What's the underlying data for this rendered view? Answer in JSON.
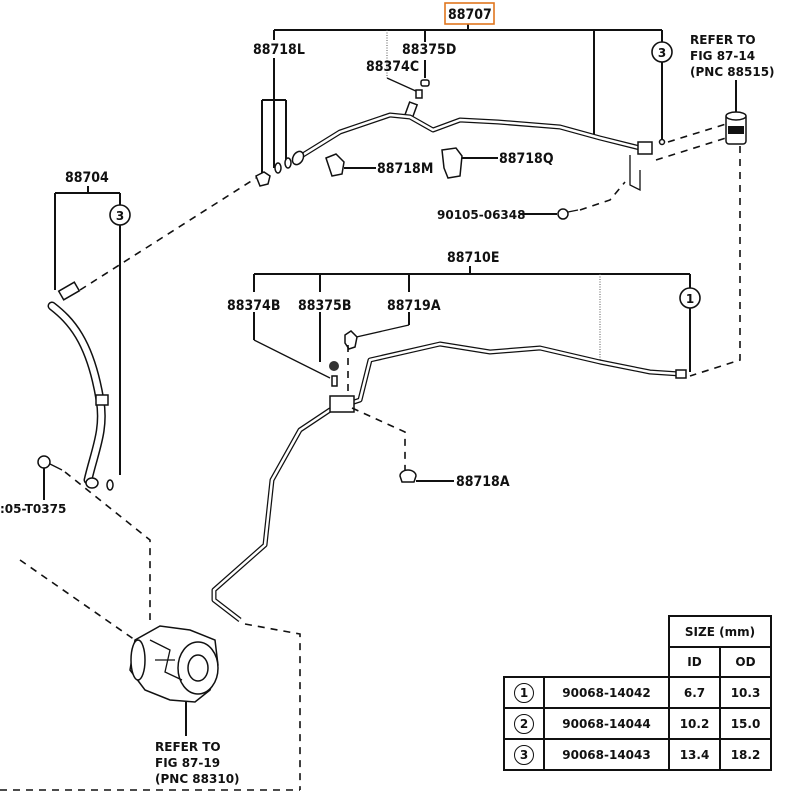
{
  "diagram": {
    "title_part": "88707",
    "assemblies": [
      {
        "id": "88707",
        "children": [
          "88718L",
          "88374C",
          "88375D",
          "3"
        ]
      },
      {
        "id": "88710E",
        "children": [
          "88374B",
          "88375B",
          "88719A",
          "1"
        ]
      },
      {
        "id": "88704",
        "children": [
          "3"
        ]
      }
    ],
    "labels": {
      "p88707": "88707",
      "p88718L": "88718L",
      "p88375D": "88375D",
      "p88374C": "88374C",
      "p88718M": "88718M",
      "p88718Q": "88718Q",
      "p90105_06348": "90105-06348",
      "p88710E": "88710E",
      "p88374B": "88374B",
      "p88375B": "88375B",
      "p88719A": "88719A",
      "p88718A": "88718A",
      "p88704": "88704",
      "p905_T0375": ":05-T0375"
    },
    "callouts": {
      "c3_top": "3",
      "c3_left": "3",
      "c1_right": "1"
    },
    "refs": {
      "top_right": [
        "REFER TO",
        "FIG 87-14",
        "(PNC 88515)"
      ],
      "bottom_left": [
        "REFER TO",
        "FIG 87-19",
        "(PNC 88310)"
      ]
    }
  },
  "size_table": {
    "header": "SIZE (mm)",
    "col_id": "ID",
    "col_od": "OD",
    "rows": [
      {
        "key": "1",
        "part": "90068-14042",
        "id": "6.7",
        "od": "10.3"
      },
      {
        "key": "2",
        "part": "90068-14044",
        "id": "10.2",
        "od": "15.0"
      },
      {
        "key": "3",
        "part": "90068-14043",
        "id": "13.4",
        "od": "18.2"
      }
    ]
  }
}
